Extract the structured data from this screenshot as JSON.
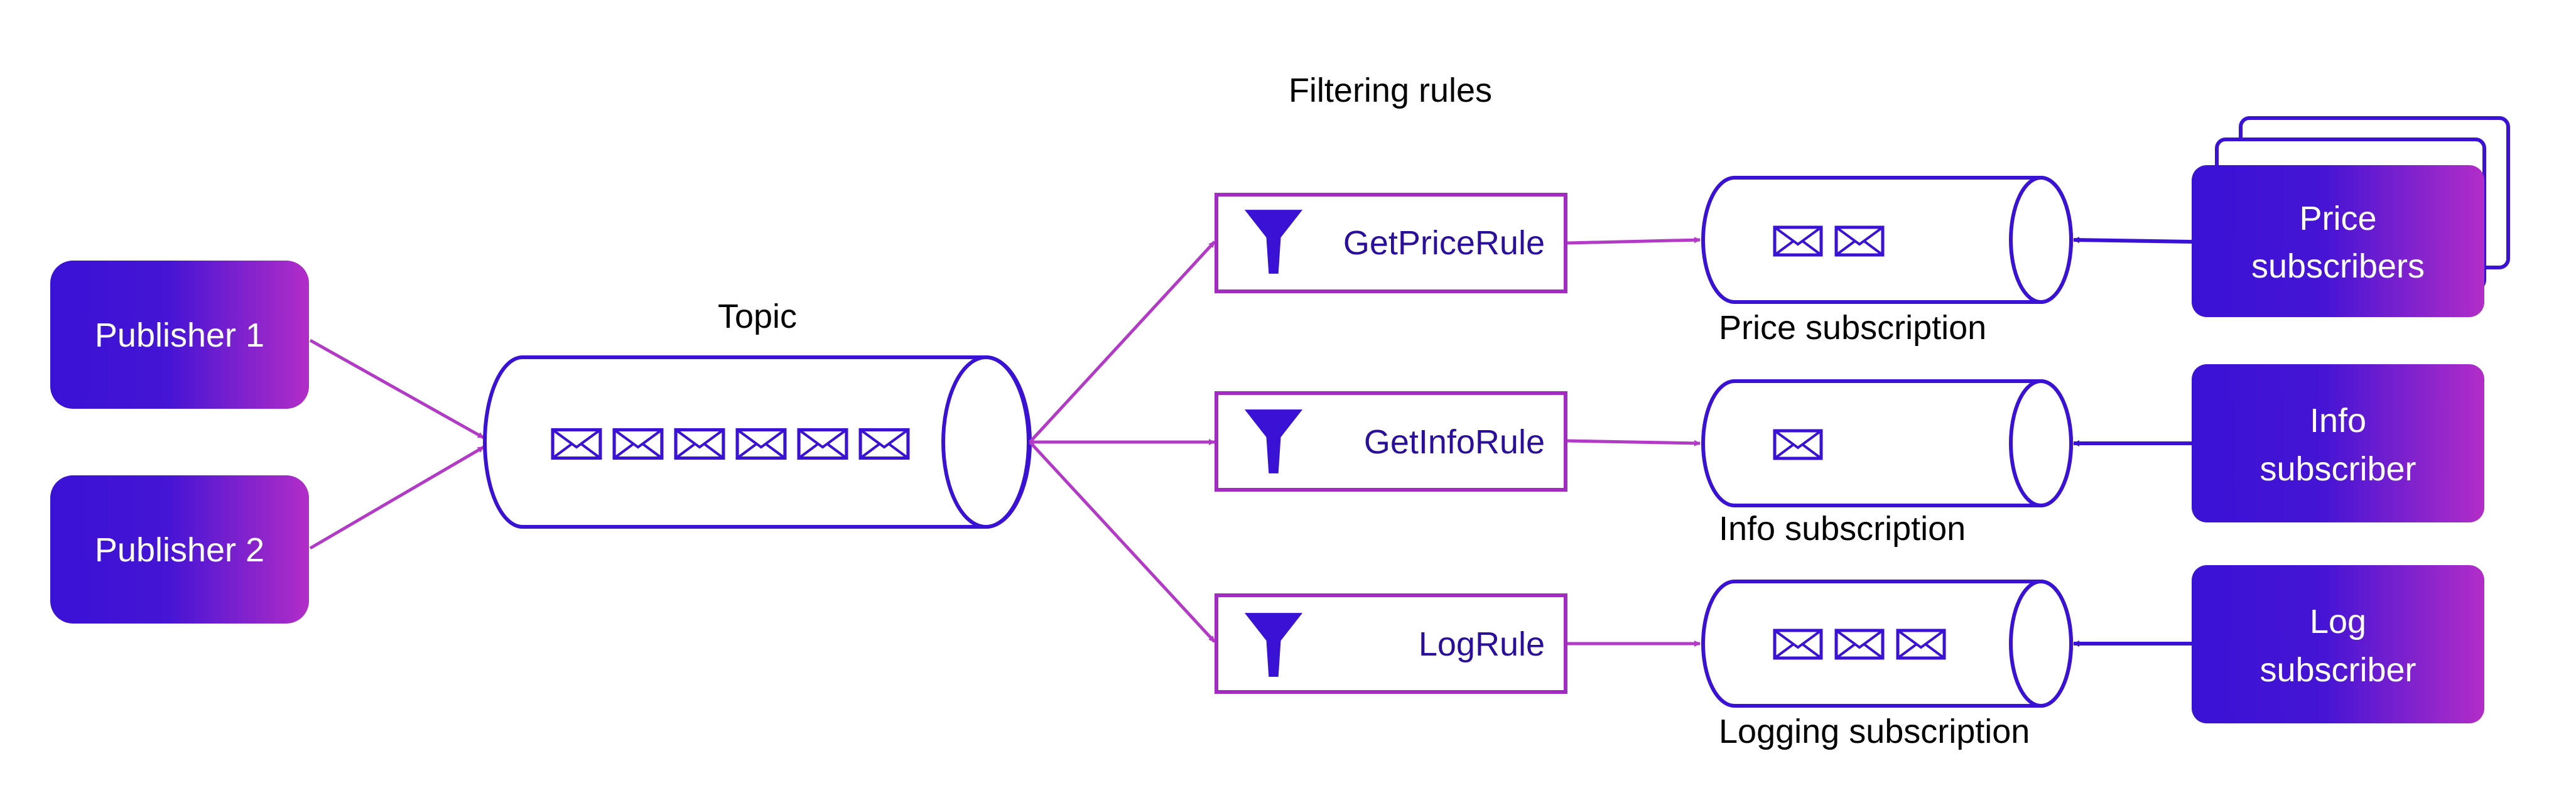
{
  "colors": {
    "blue": "#3a12d6",
    "magenta": "#b02cc8",
    "arrow_magenta": "#b23ac6",
    "arrow_blue": "#3a12d6",
    "stroke": "#3a12d6",
    "rule_stroke": "#a22cc2"
  },
  "headings": {
    "filtering_rules": "Filtering rules",
    "topic": "Topic"
  },
  "publishers": [
    {
      "label": "Publisher 1"
    },
    {
      "label": "Publisher 2"
    }
  ],
  "rules": [
    {
      "label": "GetPriceRule",
      "icon": "funnel-icon"
    },
    {
      "label": "GetInfoRule",
      "icon": "funnel-icon"
    },
    {
      "label": "LogRule",
      "icon": "funnel-icon"
    }
  ],
  "subscriptions": [
    {
      "label": "Price subscription",
      "messages": 2
    },
    {
      "label": "Info subscription",
      "messages": 1
    },
    {
      "label": "Logging subscription",
      "messages": 3
    }
  ],
  "subscribers": [
    {
      "line1": "Price",
      "line2": "subscribers",
      "stacked": true
    },
    {
      "line1": "Info",
      "line2": "subscriber",
      "stacked": false
    },
    {
      "line1": "Log",
      "line2": "subscriber",
      "stacked": false
    }
  ],
  "topic": {
    "messages": 6,
    "icon": "envelope-icon"
  }
}
